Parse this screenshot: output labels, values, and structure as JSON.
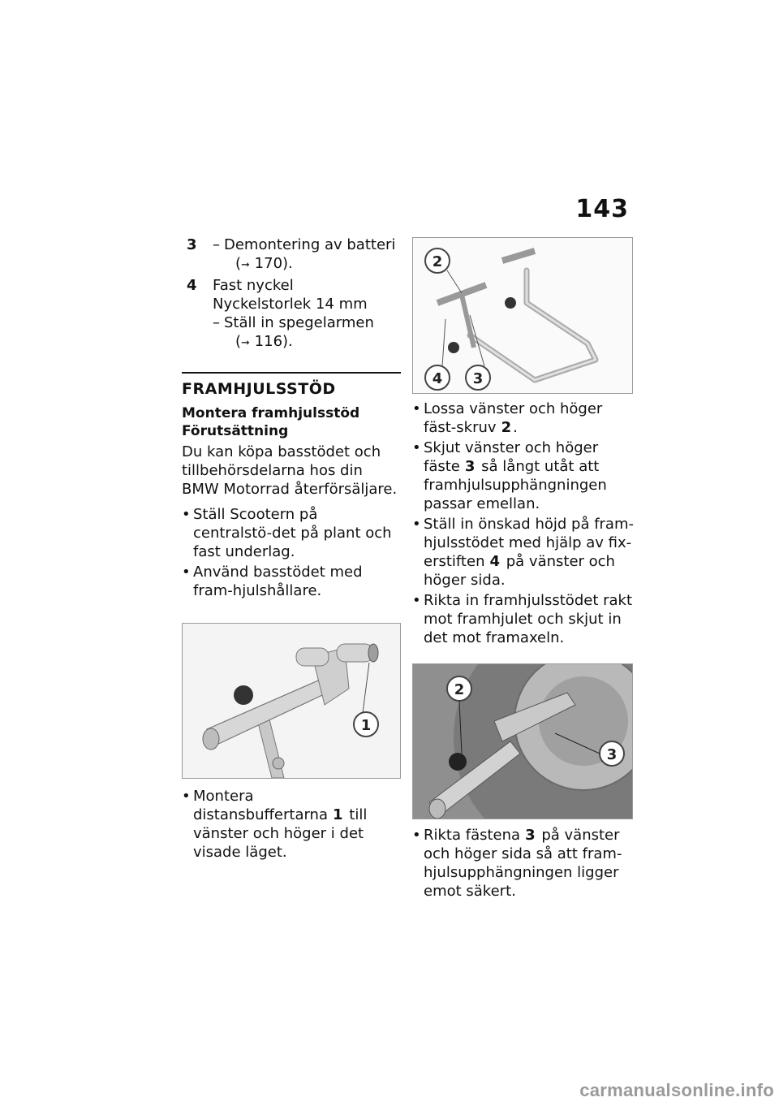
{
  "page_number": "143",
  "left_column": {
    "items": [
      {
        "number": "3",
        "steps": [
          {
            "text": "Demontering av batteri",
            "ref": "170)."
          }
        ]
      },
      {
        "number": "4",
        "lines": [
          "Fast nyckel",
          "Nyckelstorlek 14 mm"
        ],
        "steps": [
          {
            "text": "Ställ in spegelarmen",
            "ref": "116)."
          }
        ]
      }
    ],
    "section_title": "FRAMHJULSSTÖD",
    "subhead_1": "Montera framhjulsstöd",
    "subhead_2": "Förutsättning",
    "paragraph": "Du kan köpa basstödet och tillbehörsdelarna hos din BMW Motorrad återförsäljare.",
    "bullets": [
      "Ställ Scootern på centralstö-det på plant och fast underlag.",
      "Använd basstödet med fram-hjulshållare."
    ],
    "figure_labels": [
      "1"
    ],
    "bullet_after_figure": {
      "text_before": "Montera distansbuffertarna",
      "ref": "1",
      "text_after": "till vänster och höger i det visade läget."
    }
  },
  "right_column": {
    "figure_top_labels": [
      "2",
      "4",
      "3"
    ],
    "bullets": [
      {
        "before": "Lossa vänster och höger fäst-skruv",
        "ref": "2",
        "after": "."
      },
      {
        "before": "Skjut vänster och höger fäste",
        "ref": "3",
        "after": "så långt utåt att framhjulsupphängningen passar emellan."
      },
      {
        "before": "Ställ in önskad höjd på fram-hjulsstödet med hjälp av fix-erstiften",
        "ref": "4",
        "after": "på vänster och höger sida."
      },
      {
        "before": "Rikta in framhjulsstödet rakt mot framhjulet och skjut in det mot framaxeln.",
        "ref": "",
        "after": ""
      }
    ],
    "figure_bottom_labels": [
      "2",
      "3"
    ],
    "last_bullet": {
      "before": "Rikta fästena",
      "ref": "3",
      "after": "på vänster och höger sida så att fram-hjulsupphängningen ligger emot säkert."
    }
  },
  "ref_arrow_icon": "arrow-right-icon",
  "footer_logo": "carmanualsonline.info"
}
